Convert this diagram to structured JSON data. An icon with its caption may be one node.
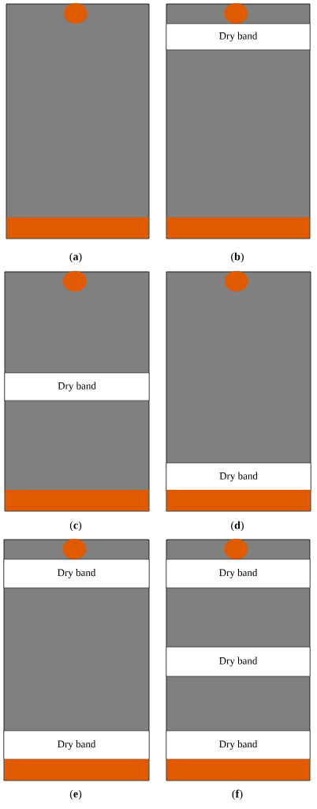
{
  "diagram": {
    "nodes": [
      {
        "text": [],
        "shape": "box"
      },
      {
        "text": [],
        "shape": "circle",
        "in": 0
      },
      {
        "text": [],
        "shape": "bar",
        "in": 0
      },
      {
        "text": [],
        "shape": "box"
      },
      {
        "text": [],
        "shape": "circle",
        "in": 3
      },
      {
        "text": [
          "Dry band"
        ],
        "in": 3
      },
      {
        "text": [],
        "shape": "bar",
        "in": 3
      },
      {
        "text": [],
        "shape": "box"
      },
      {
        "text": [],
        "shape": "circle",
        "in": 7
      },
      {
        "text": [
          "Dry band"
        ],
        "in": 7
      },
      {
        "text": [],
        "shape": "bar",
        "in": 7
      },
      {
        "text": [],
        "shape": "box"
      },
      {
        "text": [],
        "shape": "circle",
        "in": 11
      },
      {
        "text": [
          "Dry band"
        ],
        "in": 11
      },
      {
        "text": [],
        "shape": "bar",
        "in": 11
      },
      {
        "text": [],
        "shape": "box"
      },
      {
        "text": [],
        "shape": "circle",
        "in": 15
      },
      {
        "text": [
          "Dry band"
        ],
        "in": 15
      },
      {
        "text": [
          "Dry band"
        ],
        "in": 15
      },
      {
        "text": [],
        "shape": "bar",
        "in": 15
      },
      {
        "text": [],
        "shape": "box"
      },
      {
        "text": [],
        "shape": "circle",
        "in": 20
      },
      {
        "text": [
          "Dry band"
        ],
        "in": 20
      },
      {
        "text": [
          "Dry band"
        ],
        "in": 20
      },
      {
        "text": [
          "Dry band"
        ],
        "in": 20
      },
      {
        "text": [],
        "shape": "bar",
        "in": 20
      }
    ],
    "labels": [
      "(**a**)",
      "(**b**)",
      "(**c**)",
      "(**d**)",
      "(**e**)",
      "(**f**)"
    ]
  }
}
